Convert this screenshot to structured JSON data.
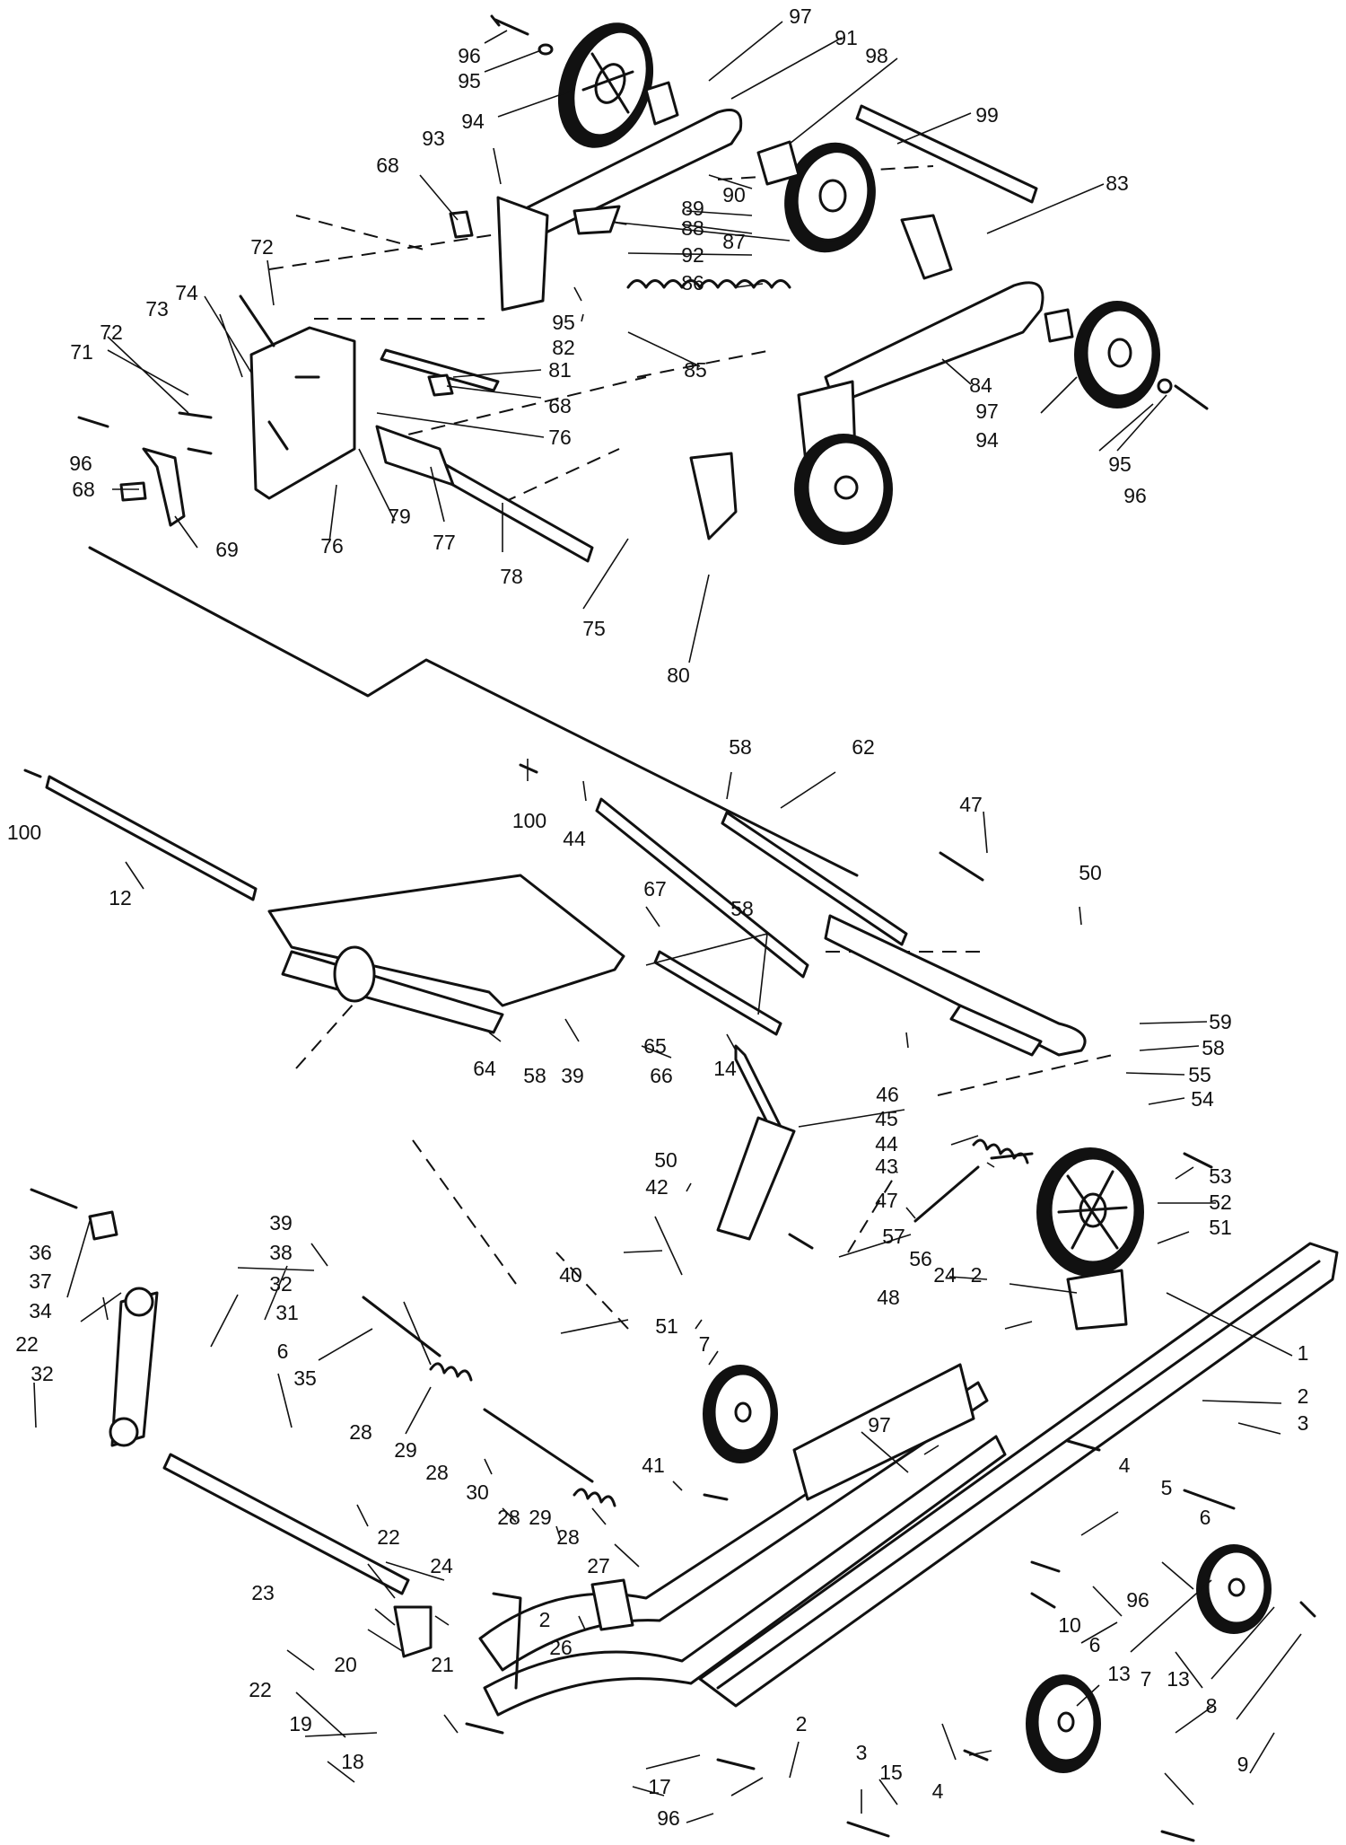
{
  "diagram": {
    "type": "exploded-parts-diagram",
    "callouts": [
      {
        "id": "c96a",
        "text": "96"
      },
      {
        "id": "c95a",
        "text": "95"
      },
      {
        "id": "c94a",
        "text": "94"
      },
      {
        "id": "c97a",
        "text": "97"
      },
      {
        "id": "c91",
        "text": "91"
      },
      {
        "id": "c98",
        "text": "98"
      },
      {
        "id": "c99",
        "text": "99"
      },
      {
        "id": "c93",
        "text": "93"
      },
      {
        "id": "c68a",
        "text": "68"
      },
      {
        "id": "c90",
        "text": "90"
      },
      {
        "id": "c89",
        "text": "89"
      },
      {
        "id": "c88",
        "text": "88"
      },
      {
        "id": "c87",
        "text": "87"
      },
      {
        "id": "c92",
        "text": "92"
      },
      {
        "id": "c86",
        "text": "86"
      },
      {
        "id": "c83",
        "text": "83"
      },
      {
        "id": "c72a",
        "text": "72"
      },
      {
        "id": "c74",
        "text": "74"
      },
      {
        "id": "c73",
        "text": "73"
      },
      {
        "id": "c95b",
        "text": "95"
      },
      {
        "id": "c82",
        "text": "82"
      },
      {
        "id": "c85",
        "text": "85"
      },
      {
        "id": "c71",
        "text": "71"
      },
      {
        "id": "c72b",
        "text": "72"
      },
      {
        "id": "c81",
        "text": "81"
      },
      {
        "id": "c68b",
        "text": "68"
      },
      {
        "id": "c84",
        "text": "84"
      },
      {
        "id": "c96b",
        "text": "96"
      },
      {
        "id": "c76a",
        "text": "76"
      },
      {
        "id": "c97b",
        "text": "97"
      },
      {
        "id": "c94b",
        "text": "94"
      },
      {
        "id": "c95c",
        "text": "95"
      },
      {
        "id": "c68c",
        "text": "68"
      },
      {
        "id": "c79",
        "text": "79"
      },
      {
        "id": "c96c",
        "text": "96"
      },
      {
        "id": "c76b",
        "text": "76"
      },
      {
        "id": "c77",
        "text": "77"
      },
      {
        "id": "c69",
        "text": "69"
      },
      {
        "id": "c78",
        "text": "78"
      },
      {
        "id": "c75",
        "text": "75"
      },
      {
        "id": "c80",
        "text": "80"
      },
      {
        "id": "c58a",
        "text": "58"
      },
      {
        "id": "c62",
        "text": "62"
      },
      {
        "id": "c100a",
        "text": "100"
      },
      {
        "id": "c100b",
        "text": "100"
      },
      {
        "id": "c44a",
        "text": "44"
      },
      {
        "id": "c47a",
        "text": "47"
      },
      {
        "id": "c12",
        "text": "12"
      },
      {
        "id": "c67",
        "text": "67"
      },
      {
        "id": "c50a",
        "text": "50"
      },
      {
        "id": "c58b",
        "text": "58"
      },
      {
        "id": "c59",
        "text": "59"
      },
      {
        "id": "c65",
        "text": "65"
      },
      {
        "id": "c58c",
        "text": "58"
      },
      {
        "id": "c64",
        "text": "64"
      },
      {
        "id": "c58d",
        "text": "58"
      },
      {
        "id": "c39a",
        "text": "39"
      },
      {
        "id": "c66",
        "text": "66"
      },
      {
        "id": "c14",
        "text": "14"
      },
      {
        "id": "c55",
        "text": "55"
      },
      {
        "id": "c46",
        "text": "46"
      },
      {
        "id": "c54",
        "text": "54"
      },
      {
        "id": "c45",
        "text": "45"
      },
      {
        "id": "c44b",
        "text": "44"
      },
      {
        "id": "c43",
        "text": "43"
      },
      {
        "id": "c53",
        "text": "53"
      },
      {
        "id": "c50b",
        "text": "50"
      },
      {
        "id": "c42",
        "text": "42"
      },
      {
        "id": "c52",
        "text": "52"
      },
      {
        "id": "c47b",
        "text": "47"
      },
      {
        "id": "c57",
        "text": "57"
      },
      {
        "id": "c51a",
        "text": "51"
      },
      {
        "id": "c36",
        "text": "36"
      },
      {
        "id": "c39b",
        "text": "39"
      },
      {
        "id": "c56",
        "text": "56"
      },
      {
        "id": "c37",
        "text": "37"
      },
      {
        "id": "c38",
        "text": "38"
      },
      {
        "id": "c40",
        "text": "40"
      },
      {
        "id": "c24a",
        "text": "24"
      },
      {
        "id": "c2a",
        "text": "2"
      },
      {
        "id": "c48",
        "text": "48"
      },
      {
        "id": "c32a",
        "text": "32"
      },
      {
        "id": "c34",
        "text": "34"
      },
      {
        "id": "c31",
        "text": "31"
      },
      {
        "id": "c51b",
        "text": "51"
      },
      {
        "id": "c7a",
        "text": "7"
      },
      {
        "id": "c22a",
        "text": "22"
      },
      {
        "id": "c6a",
        "text": "6"
      },
      {
        "id": "c1",
        "text": "1"
      },
      {
        "id": "c32b",
        "text": "32"
      },
      {
        "id": "c35",
        "text": "35"
      },
      {
        "id": "c2b",
        "text": "2"
      },
      {
        "id": "c97c",
        "text": "97"
      },
      {
        "id": "c28a",
        "text": "28"
      },
      {
        "id": "c3a",
        "text": "3"
      },
      {
        "id": "c29a",
        "text": "29"
      },
      {
        "id": "c28b",
        "text": "28"
      },
      {
        "id": "c41",
        "text": "41"
      },
      {
        "id": "c4a",
        "text": "4"
      },
      {
        "id": "c30",
        "text": "30"
      },
      {
        "id": "c5",
        "text": "5"
      },
      {
        "id": "c28c",
        "text": "28"
      },
      {
        "id": "c29b",
        "text": "29"
      },
      {
        "id": "c6b",
        "text": "6"
      },
      {
        "id": "c28d",
        "text": "28"
      },
      {
        "id": "c22b",
        "text": "22"
      },
      {
        "id": "c24b",
        "text": "24"
      },
      {
        "id": "c27",
        "text": "27"
      },
      {
        "id": "c23",
        "text": "23"
      },
      {
        "id": "c96d",
        "text": "96"
      },
      {
        "id": "c2c",
        "text": "2"
      },
      {
        "id": "c10",
        "text": "10"
      },
      {
        "id": "c26",
        "text": "26"
      },
      {
        "id": "c6c",
        "text": "6"
      },
      {
        "id": "c13a",
        "text": "13"
      },
      {
        "id": "c7b",
        "text": "7"
      },
      {
        "id": "c20",
        "text": "20"
      },
      {
        "id": "c21",
        "text": "21"
      },
      {
        "id": "c13b",
        "text": "13"
      },
      {
        "id": "c8",
        "text": "8"
      },
      {
        "id": "c22c",
        "text": "22"
      },
      {
        "id": "c19",
        "text": "19"
      },
      {
        "id": "c2d",
        "text": "2"
      },
      {
        "id": "c3b",
        "text": "3"
      },
      {
        "id": "c18",
        "text": "18"
      },
      {
        "id": "c15",
        "text": "15"
      },
      {
        "id": "c4b",
        "text": "4"
      },
      {
        "id": "c9",
        "text": "9"
      },
      {
        "id": "c17",
        "text": "17"
      },
      {
        "id": "c96e",
        "text": "96"
      }
    ]
  }
}
